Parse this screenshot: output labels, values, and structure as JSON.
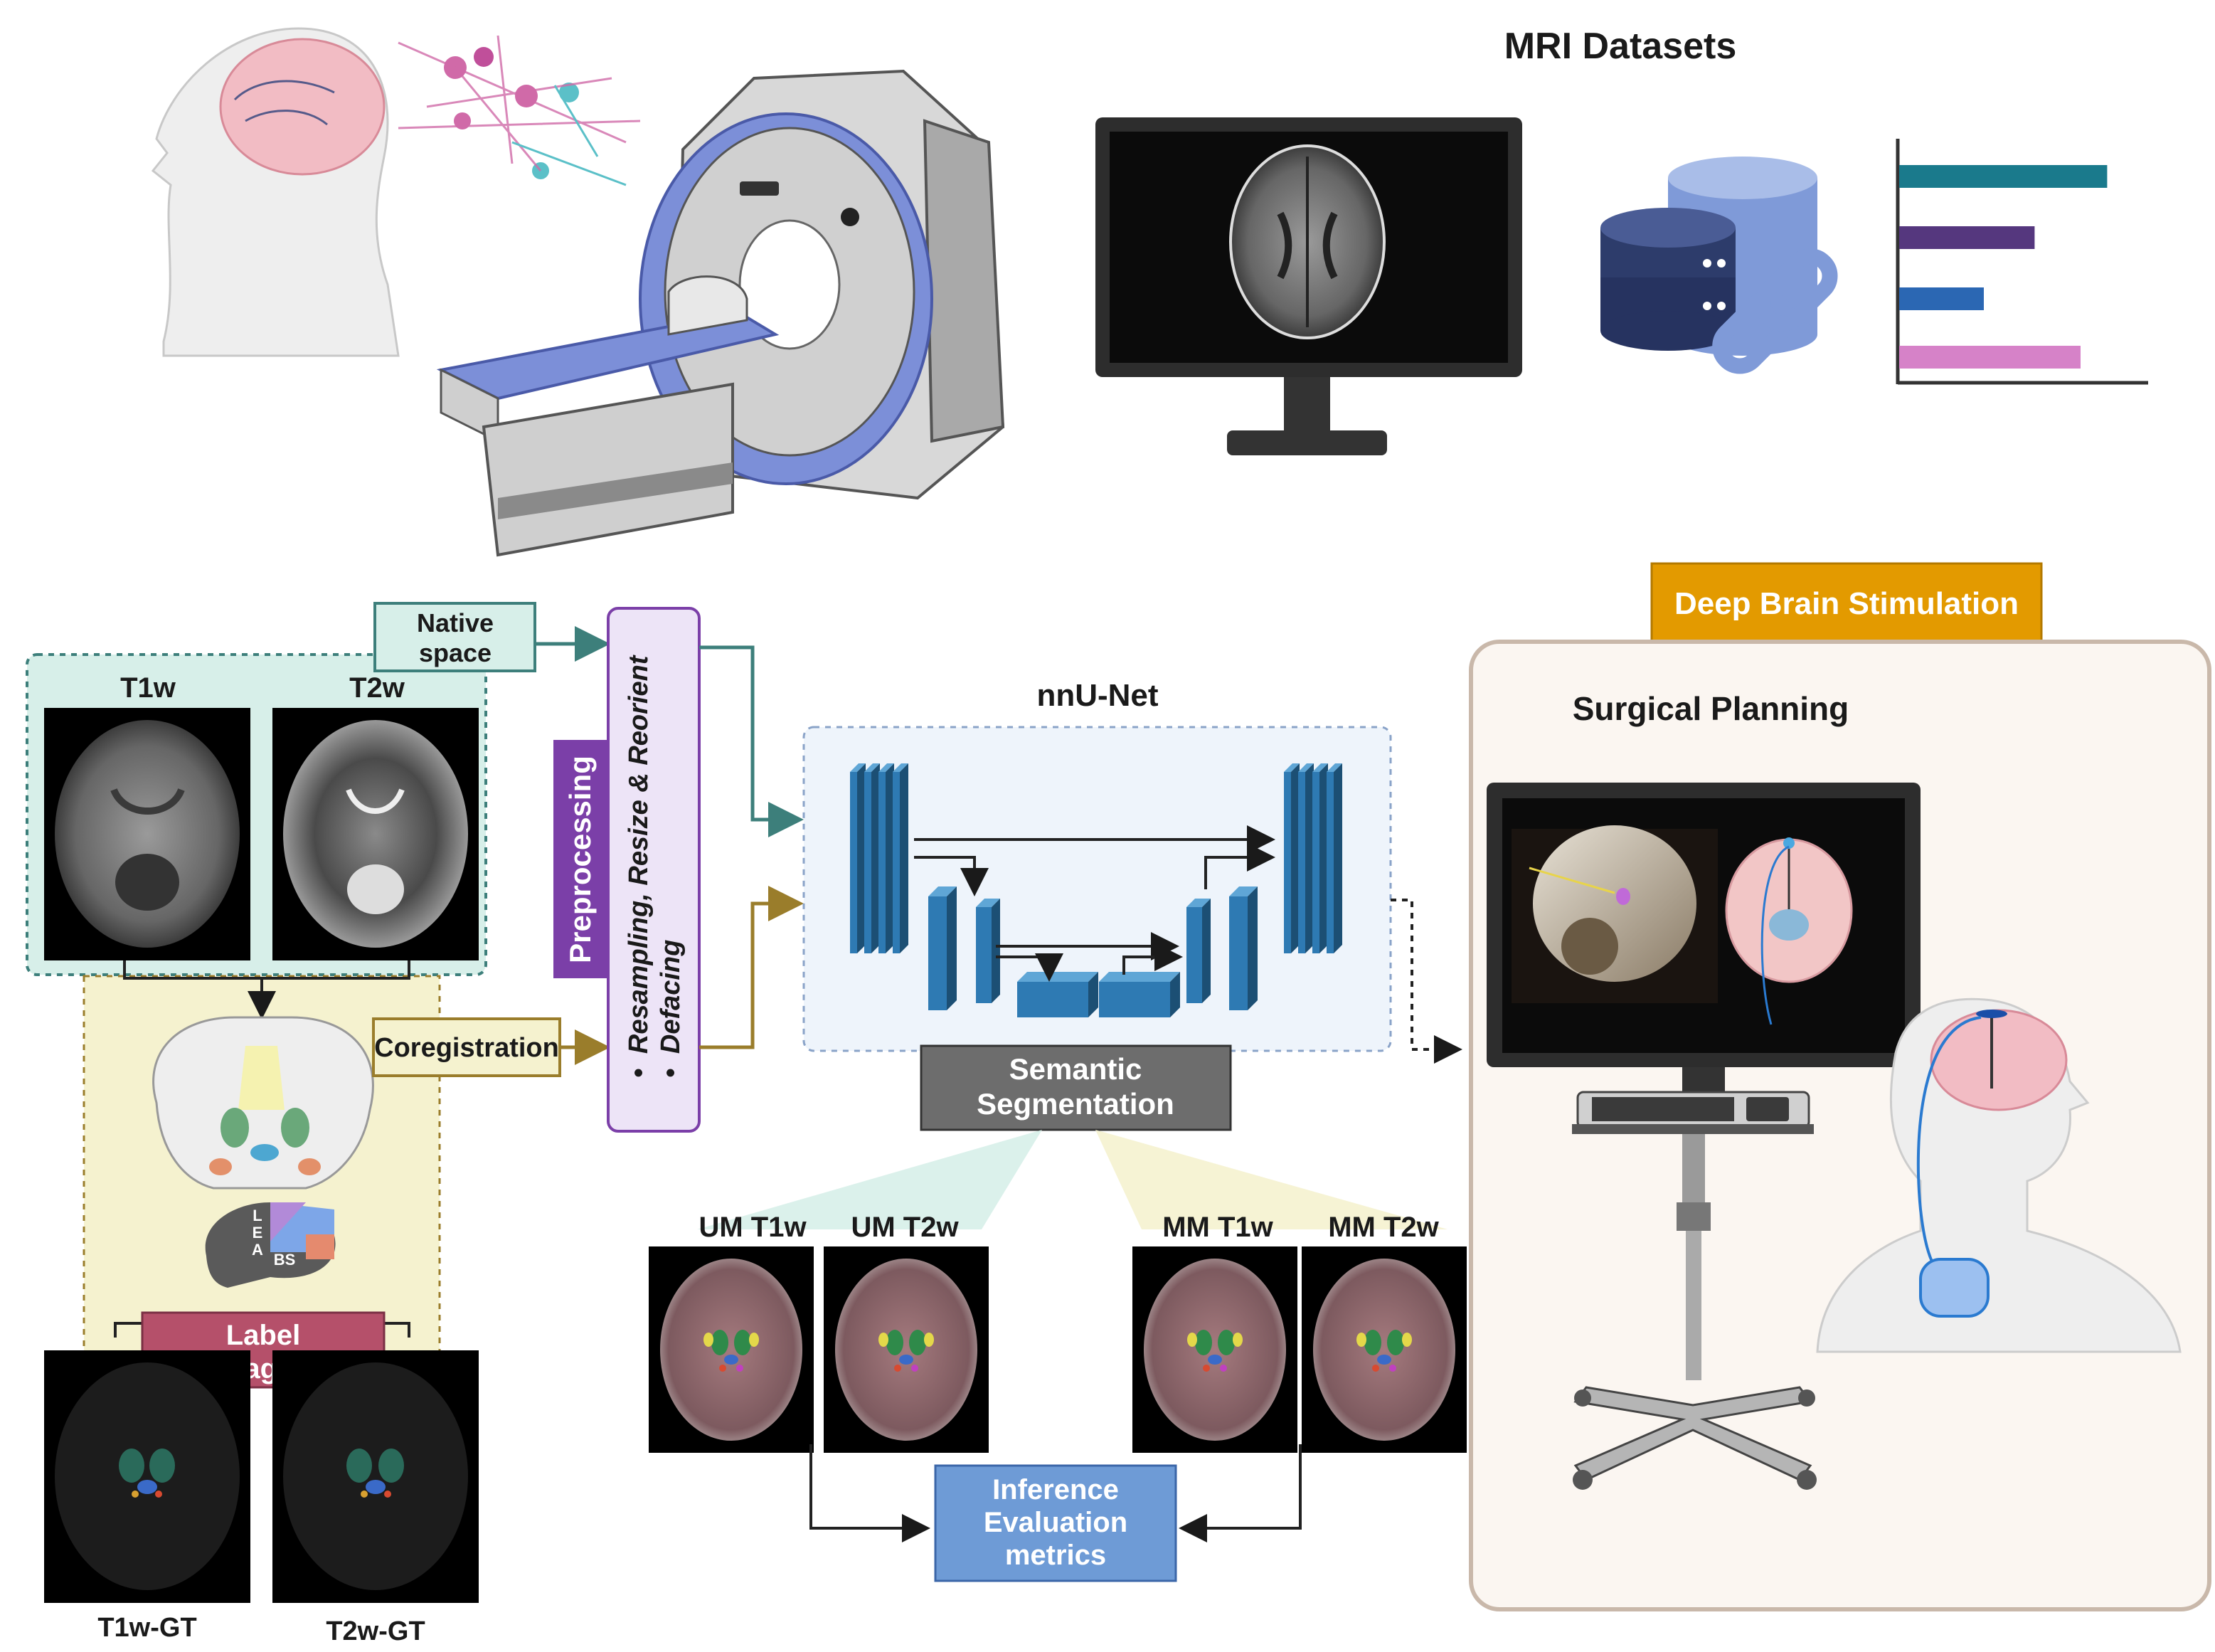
{
  "title": "MRI Datasets",
  "native_space": [
    "Native",
    "space"
  ],
  "t1w": "T1w",
  "t2w": "T2w",
  "preprocessing": "Preprocessing",
  "prep_items": [
    "Resampling, Resize & Reorient",
    "Defacing"
  ],
  "coregistration": "Coregistration",
  "nnunet": "nnU-Net",
  "semantic_segmentation": [
    "Semantic",
    "Segmentation"
  ],
  "um_t1w": "UM T1w",
  "um_t2w": "UM T2w",
  "mm_t1w": "MM T1w",
  "mm_t2w": "MM T2w",
  "inference": [
    "Inference",
    "Evaluation",
    "metrics"
  ],
  "label_propagation": [
    "Label",
    "propagation"
  ],
  "t1w_gt": "T1w-GT",
  "t2w_gt": "T2w-GT",
  "atlas_letters": [
    "L",
    "E",
    "A",
    "BS"
  ],
  "dbs": "Deep Brain Stimulation",
  "surgical_planning": "Surgical Planning",
  "colors": {
    "teal": "#3d7f7b",
    "olive": "#9a7d2b",
    "purple": "#7b3fa8",
    "orange": "#e39a00",
    "gray_box": "#6d6d6d",
    "blue_box": "#6e9bd6",
    "label_red": "#b5506a",
    "panel_teal": "#d7efe9",
    "panel_yellow": "#f5f2cf",
    "panel_lilac": "#ede4f7",
    "panel_cream": "#fbf6f1"
  },
  "bar_chart": [
    {
      "value": 0.86,
      "color": "#1a7a8c"
    },
    {
      "value": 0.56,
      "color": "#55377e"
    },
    {
      "value": 0.35,
      "color": "#2b67b3"
    },
    {
      "value": 0.75,
      "color": "#d682c8"
    }
  ]
}
